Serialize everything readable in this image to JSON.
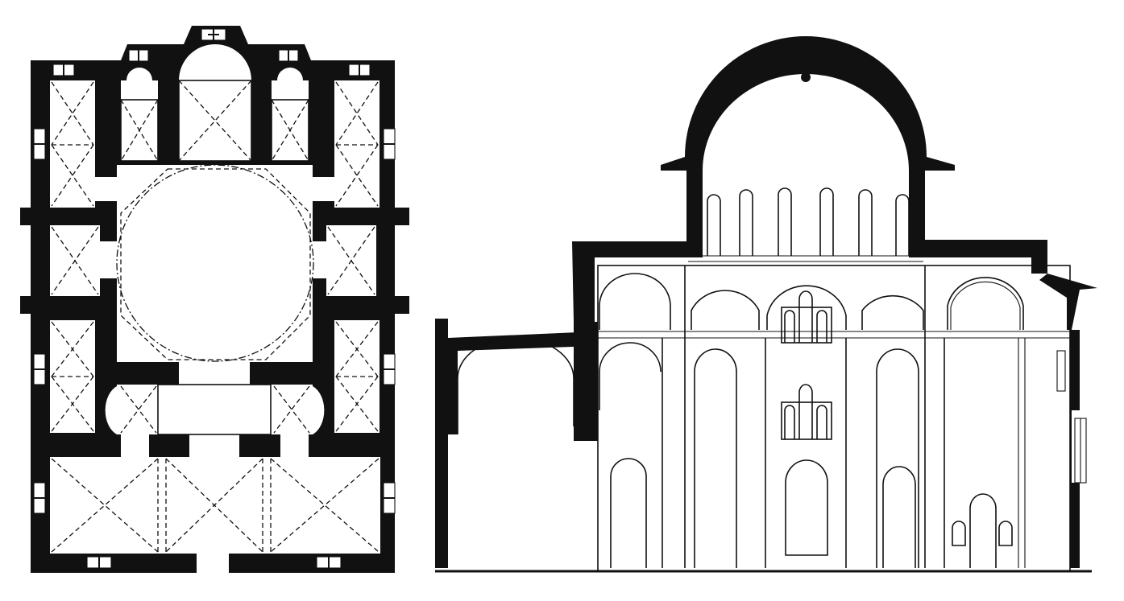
{
  "drawing": {
    "ink_color": "#111111",
    "paper_color": "#ffffff",
    "panels": [
      {
        "id": "plan",
        "kind": "floor-plan"
      },
      {
        "id": "section",
        "kind": "longitudinal-section"
      }
    ]
  }
}
